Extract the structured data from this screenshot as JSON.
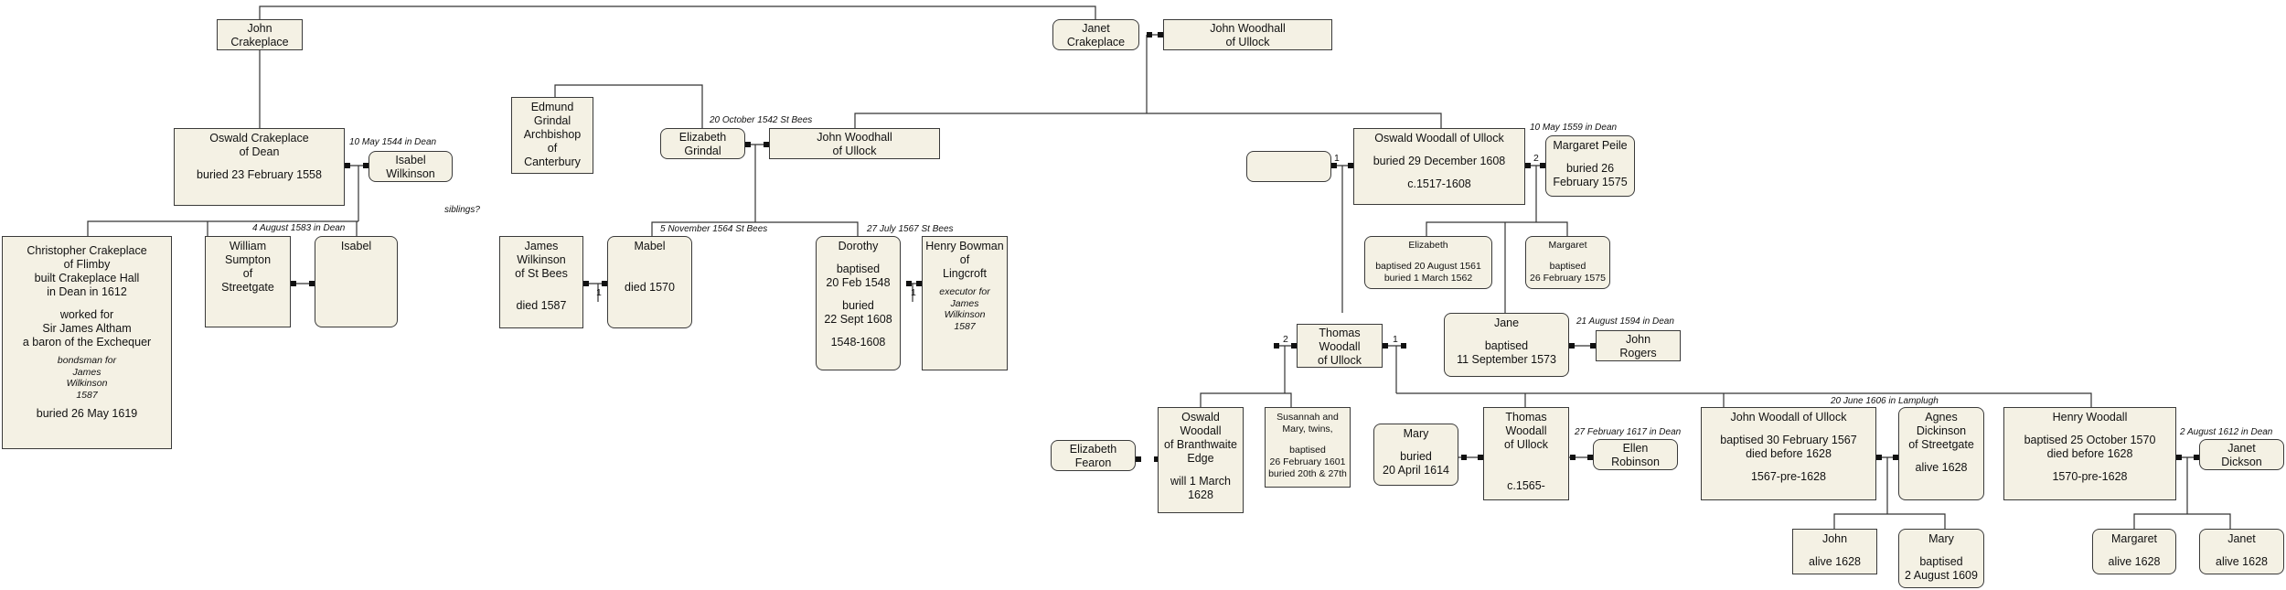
{
  "persons": {
    "john_crakeplace": [
      "John",
      "Crakeplace"
    ],
    "janet_crakeplace": [
      "Janet",
      "Crakeplace"
    ],
    "john_woodhall_sr": [
      "John Woodhall",
      "of Ullock"
    ],
    "oswald_crakeplace": [
      "Oswald Crakeplace",
      "of Dean",
      "",
      "buried 23 February 1558"
    ],
    "isabel_wilkinson": [
      "Isabel",
      "Wilkinson"
    ],
    "christopher_crakeplace": [
      "Christopher Crakeplace",
      "of Flimby",
      "built Crakeplace Hall",
      "in Dean in 1612",
      "",
      "worked for",
      "Sir James Altham",
      "a baron of the Exchequer"
    ],
    "christopher_note": [
      "bondsman for",
      "James",
      "Wilkinson",
      "1587"
    ],
    "christopher_burial": "buried 26 May 1619",
    "william_sumpton": [
      "William",
      "Sumpton",
      "of",
      "Streetgate"
    ],
    "isabel": [
      "Isabel"
    ],
    "edmund_grindal": [
      "Edmund",
      "Grindal",
      "Archbishop",
      "of",
      "Canterbury"
    ],
    "elizabeth_grindal": [
      "Elizabeth",
      "Grindal"
    ],
    "john_woodhall_jr": [
      "John Woodhall",
      "of Ullock"
    ],
    "james_wilkinson": [
      "James",
      "Wilkinson",
      "of St Bees",
      "",
      "",
      "died 1587"
    ],
    "mabel": [
      "Mabel",
      "",
      "",
      "",
      "died 1570"
    ],
    "dorothy": [
      "Dorothy",
      "",
      "baptised",
      "20 Feb 1548",
      "",
      "buried",
      "22 Sept 1608",
      "",
      "1548-1608"
    ],
    "henry_bowman": [
      "Henry Bowman",
      "of",
      "Lingcroft"
    ],
    "henry_bowman_note": [
      "executor for",
      "James",
      "Wilkinson",
      "1587"
    ],
    "oswald_woodall": [
      "Oswald Woodall of Ullock",
      "",
      "buried 29 December 1608",
      "",
      "c.1517-1608"
    ],
    "margaret_peile": [
      "Margaret Peile",
      "",
      "buried 26",
      "February 1575"
    ],
    "elizabeth_b1561": [
      "Elizabeth",
      "",
      "baptised 20 August 1561",
      "buried 1 March 1562"
    ],
    "margaret_b1575": [
      "Margaret",
      "",
      "baptised",
      "26 February 1575"
    ],
    "jane": [
      "Jane",
      "",
      "baptised",
      "11 September 1573"
    ],
    "john_rogers": [
      "John",
      "Rogers"
    ],
    "thomas_woodall_sr": [
      "Thomas",
      "Woodall",
      "of Ullock"
    ],
    "elizabeth_fearon": [
      "Elizabeth",
      "Fearon"
    ],
    "oswald_branthwaite": [
      "Oswald",
      "Woodall",
      "of Branthwaite",
      "Edge",
      "",
      "will 1 March",
      "1628"
    ],
    "susannah_mary": [
      "Susannah and",
      "Mary, twins,",
      "",
      "baptised",
      "26 February 1601",
      "buried 20th & 27th"
    ],
    "mary_1614": [
      "Mary",
      "",
      "buried",
      "20 April 1614"
    ],
    "thomas_woodall_jr": [
      "Thomas",
      "Woodall",
      "of Ullock",
      "",
      "",
      "",
      "c.1565-"
    ],
    "ellen_robinson": [
      "Ellen",
      "Robinson"
    ],
    "john_woodall_ullock": [
      "John Woodall of Ullock",
      "",
      "baptised 30 February 1567",
      "died before 1628",
      "",
      "1567-pre-1628"
    ],
    "agnes_dickinson": [
      "Agnes",
      "Dickinson",
      "of Streetgate",
      "",
      "alive 1628"
    ],
    "henry_woodall": [
      "Henry Woodall",
      "",
      "baptised 25 October 1570",
      "died before 1628",
      "",
      "1570-pre-1628"
    ],
    "janet_dickson": [
      "Janet",
      "Dickson"
    ],
    "john_1628": [
      "John",
      "",
      "alive 1628"
    ],
    "mary_1609": [
      "Mary",
      "",
      "baptised",
      "2 August 1609"
    ],
    "margaret_1628": [
      "Margaret",
      "",
      "alive 1628"
    ],
    "janet_1628": [
      "Janet",
      "",
      "alive 1628"
    ]
  },
  "labels": {
    "m_oswald_isabel": "10 May 1544 in Dean",
    "siblings": "siblings?",
    "m_sumpton_isabel": "4 August 1583 in Dean",
    "m_grindal_woodhall": "20 October 1542 St Bees",
    "m_wilkinson_mabel": "5 November 1564 St Bees",
    "m_dorothy_bowman": "27 July 1567 St Bees",
    "m_oswald_peile": "10 May 1559 in Dean",
    "m_jane_rogers": "21 August 1594 in Dean",
    "m_john_agnes": "20 June 1606 in Lamplugh",
    "m_thomas_ellen": "27 February 1617 in Dean",
    "m_henry_janet": "2 August 1612 in Dean",
    "marriage_1": "1",
    "marriage_2": "2"
  }
}
